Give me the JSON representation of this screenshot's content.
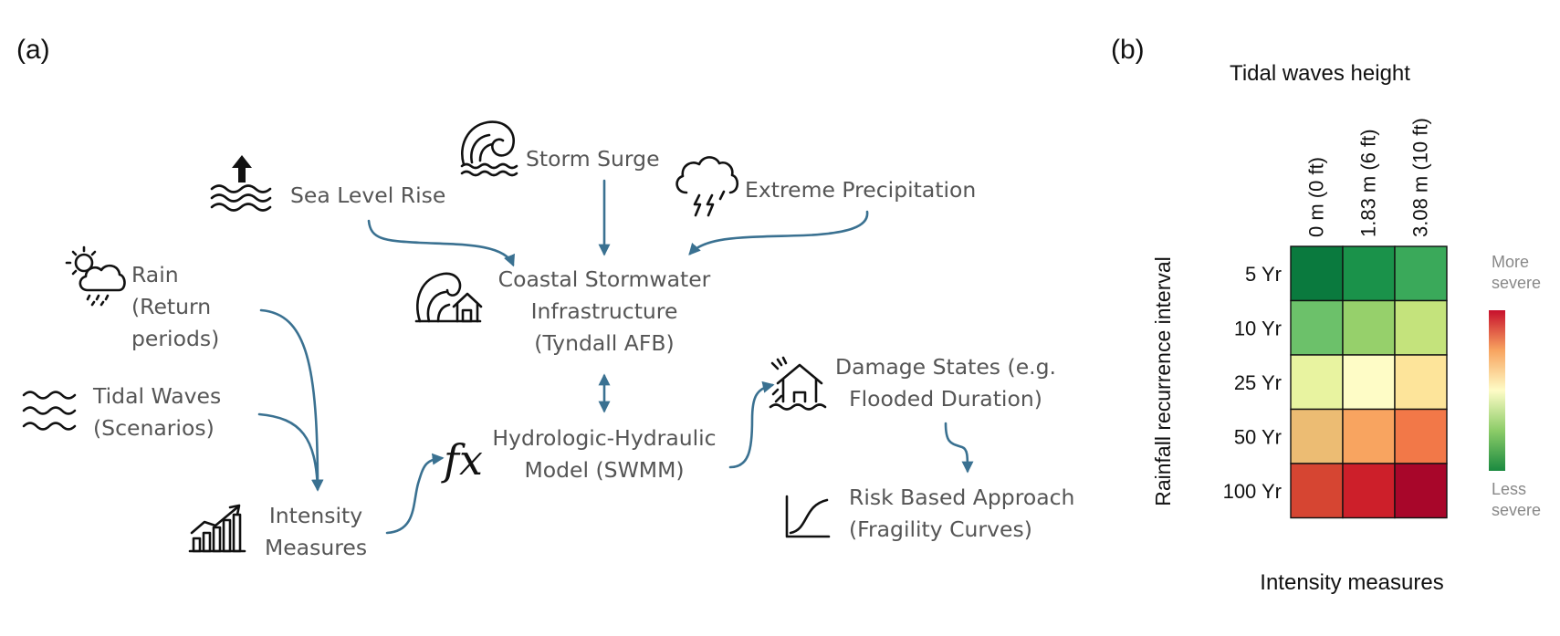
{
  "panels": {
    "a": "(a)",
    "b": "(b)"
  },
  "nodes": {
    "sea_level_rise": [
      "Sea Level Rise"
    ],
    "storm_surge": [
      "Storm Surge"
    ],
    "extreme_precipitation": [
      "Extreme Precipitation"
    ],
    "rain": [
      "Rain",
      "(Return",
      "periods)"
    ],
    "tidal_waves": [
      "Tidal Waves",
      "(Scenarios)"
    ],
    "coastal_infra": [
      "Coastal Stormwater",
      "Infrastructure",
      "(Tyndall AFB)"
    ],
    "model": [
      "Hydrologic-Hydraulic",
      "Model (SWMM)"
    ],
    "intensity": [
      "Intensity",
      "Measures"
    ],
    "damage": [
      "Damage States (e.g.",
      "Flooded Duration)"
    ],
    "risk": [
      "Risk Based Approach",
      "(Fragility Curves)"
    ]
  },
  "icons": {
    "sea_level_rise": "rising-water-icon",
    "storm_surge": "wave-icon",
    "extreme_precipitation": "thunderstorm-cloud-icon",
    "rain": "sun-cloud-rain-icon",
    "tidal_waves": "waves-icon",
    "coastal_infra": "wave-house-icon",
    "model": "function-icon",
    "intensity": "rising-bar-chart-icon",
    "damage": "flooded-house-icon",
    "risk": "fragility-curve-icon"
  },
  "function_symbol": "fx",
  "arrow_color": "#3a7191",
  "chart_data": {
    "type": "heatmap",
    "title": "Tidal waves height",
    "xlabel": "Intensity measures",
    "ylabel": "Rainfall recurrence interval",
    "x": [
      "0 m (0 ft)",
      "1.83 m (6 ft)",
      "3.08 m (10 ft)"
    ],
    "y": [
      "5 Yr",
      "10 Yr",
      "25 Yr",
      "50 Yr",
      "100 Yr"
    ],
    "colors": [
      [
        "#0a7a3e",
        "#1a924a",
        "#3aa95a"
      ],
      [
        "#6cc16a",
        "#96d06b",
        "#c4e37c"
      ],
      [
        "#e8f3a0",
        "#fefcc6",
        "#fde49a"
      ],
      [
        "#ecbc73",
        "#f8a460",
        "#f27848"
      ],
      [
        "#d64532",
        "#cd1f2a",
        "#a8062a"
      ]
    ],
    "colormap": [
      "#1a8a40",
      "#8ccc68",
      "#fefcc6",
      "#f8a460",
      "#c7102c"
    ],
    "legend": {
      "top": [
        "More",
        "severe"
      ],
      "bottom": [
        "Less",
        "severe"
      ]
    }
  }
}
